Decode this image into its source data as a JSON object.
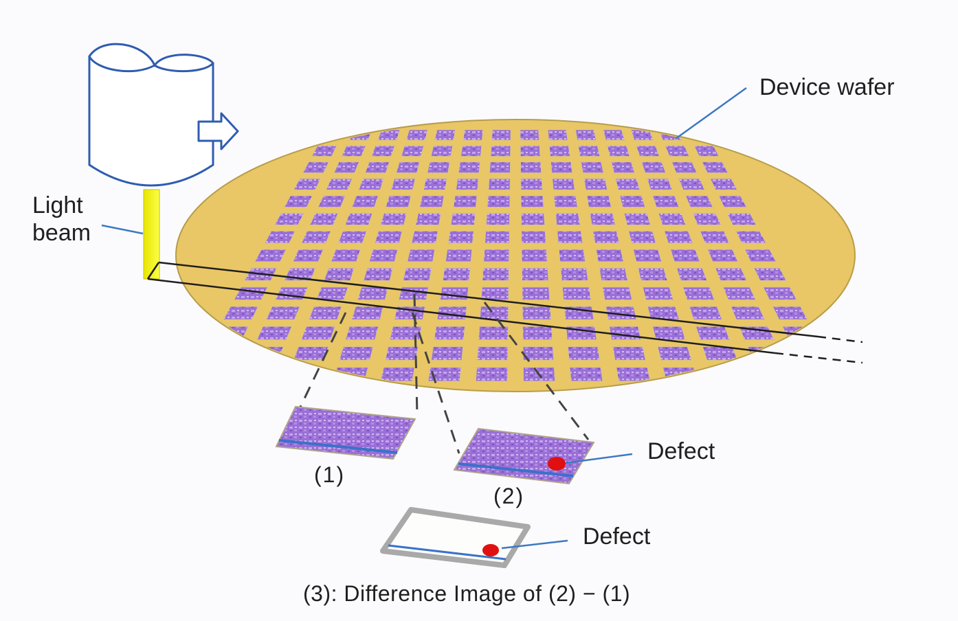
{
  "labels": {
    "device_wafer": "Device wafer",
    "light": "Light",
    "beam": "beam",
    "defect_top": "Defect",
    "defect_bottom": "Defect",
    "panel_1": "(1)",
    "panel_2": "(2)",
    "caption": "(3): Difference Image of (2) − (1)"
  },
  "colors": {
    "outline_blue": "#2f5cb0",
    "wafer_gold": "#e9c766",
    "die_purple": "#9a6fd6",
    "die_purple_light": "#c3a6ee",
    "scan_line_blue": "#3a72c8",
    "beam_yellow": "#f2f01a",
    "defect_red": "#e01010",
    "leader_blue": "#3d79c2",
    "frame_grey": "#a9a9a9"
  },
  "icons": {
    "optics": "cylinder-lens-icon",
    "motion": "arrow-right-icon"
  }
}
